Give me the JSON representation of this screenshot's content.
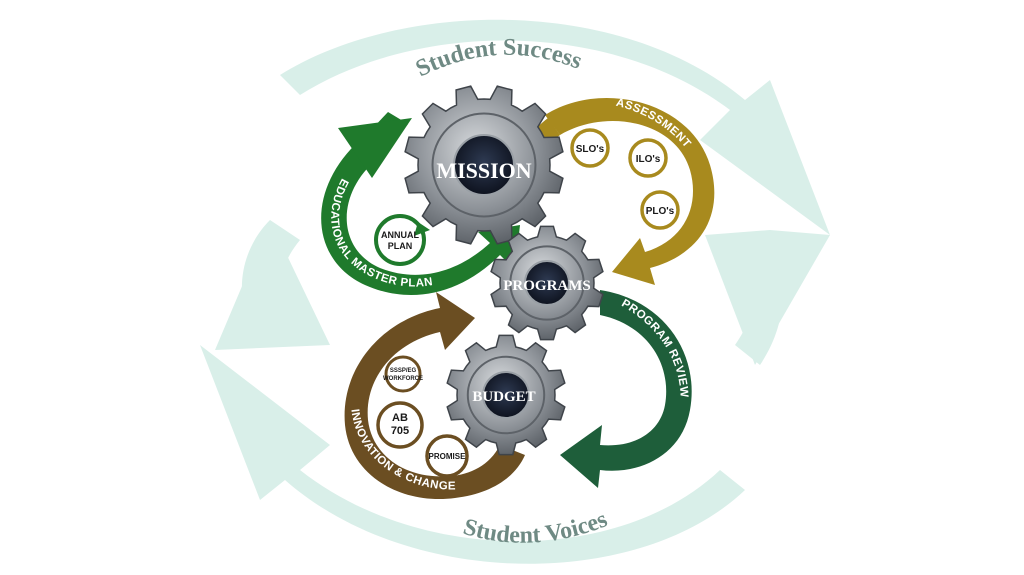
{
  "outer_cycle": {
    "top_label": "Student Success",
    "bottom_label": "Student Voices"
  },
  "gears": {
    "mission": "MISSION",
    "programs": "PROGRAMS",
    "budget": "BUDGET"
  },
  "loops": {
    "educational_master_plan": "EDUCATIONAL MASTER PLAN",
    "annual_plan_line1": "ANNUAL",
    "annual_plan_line2": "PLAN",
    "assessment": "ASSESSMENT",
    "slos": "SLO's",
    "ilos": "ILO's",
    "plos": "PLO's",
    "program_review": "PROGRAM REVIEW",
    "innovation_change": "INNOVATION & CHANGE",
    "ssspwf_line1": "SSSP/EG",
    "ssspwf_line2": "WORKFORCE",
    "ab705_line1": "AB",
    "ab705_line2": "705",
    "promise": "PROMISE"
  },
  "colors": {
    "outer_cycle": "#d9efe9",
    "outer_text": "#6f8a84",
    "green": "#1f7a2c",
    "gold": "#a88a1e",
    "teal_green": "#1e5e3a",
    "brown": "#6b4e22",
    "gear": "#8b9096"
  }
}
